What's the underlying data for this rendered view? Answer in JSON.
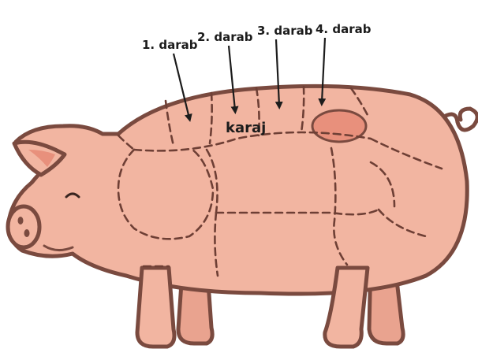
{
  "labels": {
    "cut1": "1. darab",
    "cut2": "2. darab",
    "cut3": "3. darab",
    "cut4": "4. darab",
    "region": "karaj"
  },
  "colors": {
    "skin": "#f2b5a1",
    "skin_shadow": "#e9a38f",
    "outline": "#7a4a3f",
    "spot": "#e8907c",
    "text": "#1c1c1c"
  },
  "icons": [
    "pig-illustration"
  ]
}
